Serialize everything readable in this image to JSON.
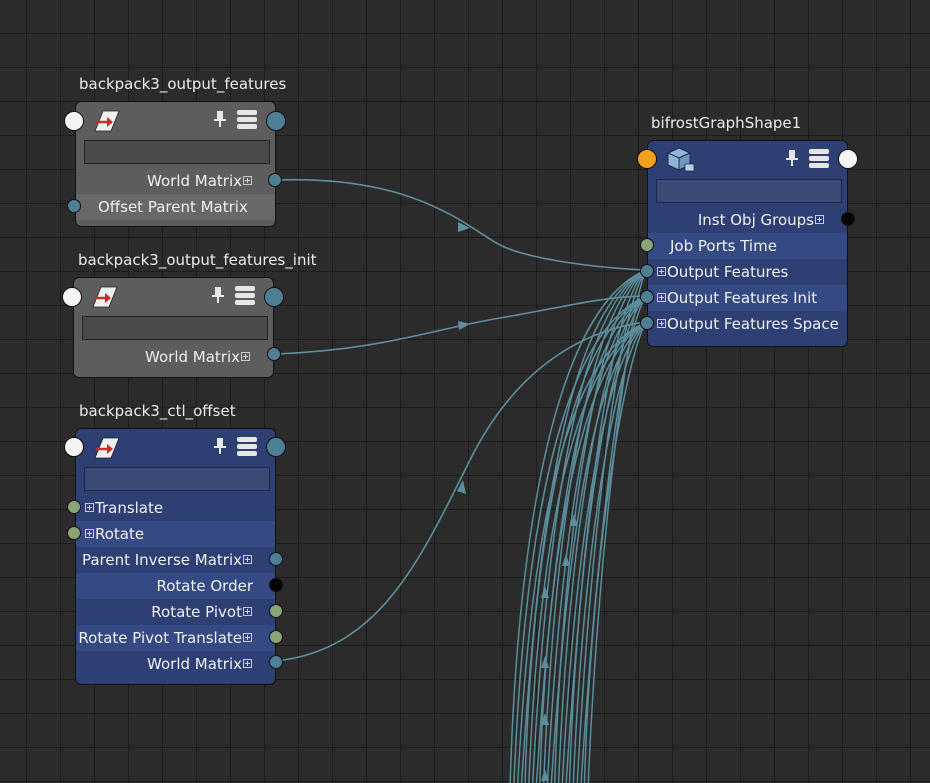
{
  "colors": {
    "background": "#2b2b2b",
    "grid": "#1c1c1c",
    "node_gray": "#5d5d5d",
    "node_blue": "#2d3f73",
    "wire": "#5f8f9f",
    "port_teal": "#4f7f94",
    "port_green": "#8aa377",
    "port_orange": "#f2a11c"
  },
  "nodes": {
    "output_features": {
      "title": "backpack3_output_features",
      "icon": "transform-arrow-icon",
      "rows": [
        "World Matrix",
        "Offset Parent Matrix"
      ]
    },
    "output_features_init": {
      "title": "backpack3_output_features_init",
      "icon": "transform-arrow-icon",
      "rows": [
        "World Matrix"
      ]
    },
    "ctl_offset": {
      "title": "backpack3_ctl_offset",
      "icon": "transform-arrow-icon",
      "rows": [
        "Translate",
        "Rotate",
        "Parent Inverse Matrix",
        "Rotate Order",
        "Rotate Pivot",
        "Rotate Pivot Translate",
        "World Matrix"
      ]
    },
    "bifrost": {
      "title": "bifrostGraphShape1",
      "icon": "bifrost-cube-icon",
      "rows": [
        "Inst Obj Groups",
        "Job Ports Time",
        "Output Features",
        "Output Features Init",
        "Output Features Space"
      ]
    }
  }
}
